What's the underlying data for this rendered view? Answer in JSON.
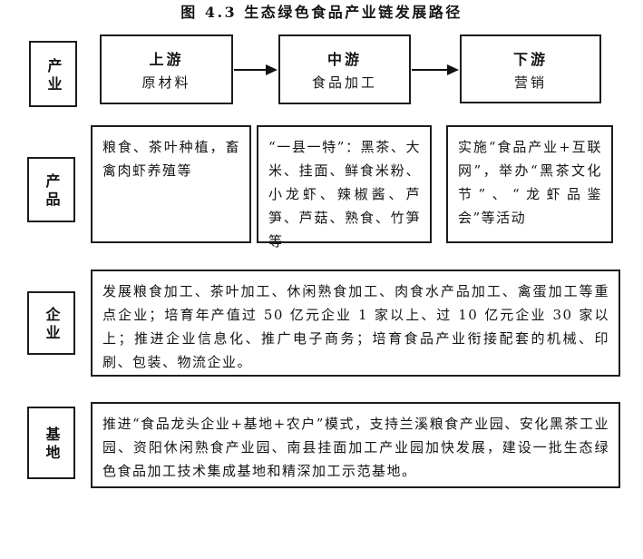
{
  "figure": {
    "caption": "图 4.3  生态绿色食品产业链发展路径"
  },
  "row_industry": {
    "label": "产业",
    "stages": [
      {
        "title": "上游",
        "subtitle": "原材料"
      },
      {
        "title": "中游",
        "subtitle": "食品加工"
      },
      {
        "title": "下游",
        "subtitle": "营销"
      }
    ]
  },
  "row_products": {
    "label": "产品",
    "items": [
      "粮食、茶叶种植，畜禽肉虾养殖等",
      "“一县一特”：黑茶、大米、挂面、鲜食米粉、小龙虾、辣椒酱、芦笋、芦菇、熟食、竹笋等",
      "实施“食品产业+互联网”，举办“黑茶文化节”、“龙虾品鉴会”等活动"
    ]
  },
  "row_enterprises": {
    "label": "企业",
    "text": "发展粮食加工、茶叶加工、休闲熟食加工、肉食水产品加工、禽蛋加工等重点企业；培育年产值过 50 亿元企业 1 家以上、过 10 亿元企业 30 家以上；推进企业信息化、推广电子商务；培育食品产业衔接配套的机械、印刷、包装、物流企业。"
  },
  "row_bases": {
    "label": "基地",
    "text": "推进“食品龙头企业+基地+农户”模式，支持兰溪粮食产业园、安化黑茶工业园、资阳休闲熟食产业园、南县挂面加工产业园加快发展，建设一批生态绿色食品加工技术集成基地和精深加工示范基地。"
  },
  "colors": {
    "border": "#1c1c1c",
    "text": "#141414",
    "background": "#ffffff"
  }
}
